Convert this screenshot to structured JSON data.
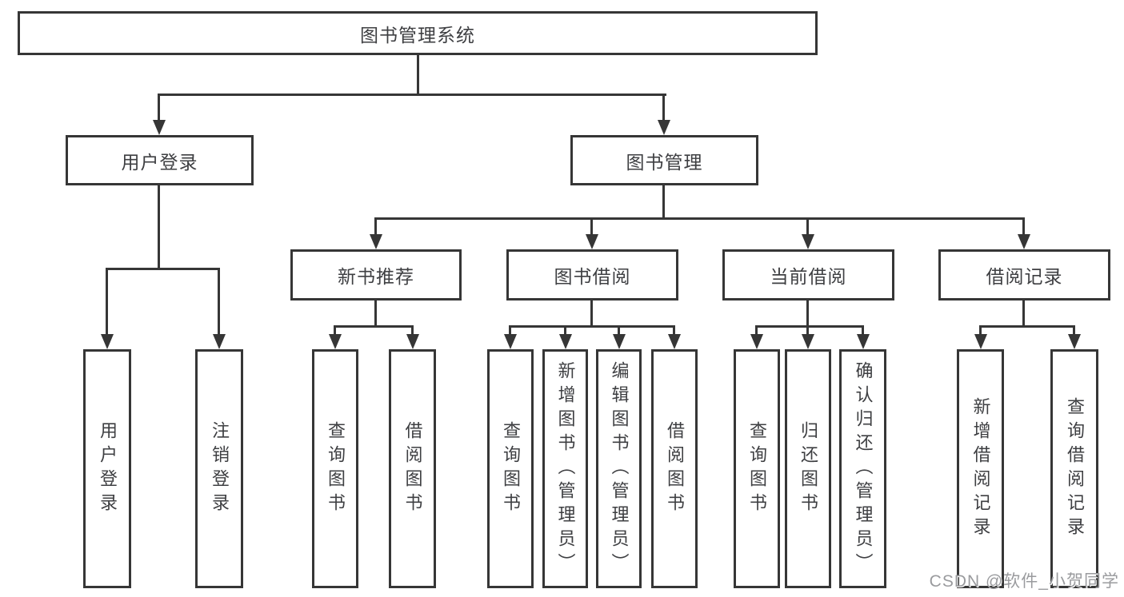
{
  "diagram": {
    "root": "图书管理系统",
    "level2": [
      "用户登录",
      "图书管理"
    ],
    "level3": [
      "新书推荐",
      "图书借阅",
      "当前借阅",
      "借阅记录"
    ],
    "leaves": {
      "user_login": [
        "用户登录",
        "注销登录"
      ],
      "new_book_recommend": [
        "查询图书",
        "借阅图书"
      ],
      "book_borrow": [
        "查询图书",
        "新增图书（管理员）",
        "编辑图书（管理员）",
        "借阅图书"
      ],
      "current_borrow": [
        "查询图书",
        "归还图书",
        "确认归还（管理员）"
      ],
      "borrow_records": [
        "新增借阅记录",
        "查询借阅记录"
      ]
    }
  },
  "watermark": "CSDN @软件_小贺同学",
  "colors": {
    "line": "#363636",
    "box_border": "#363636",
    "text": "#3e3f42",
    "background": "#ffffff",
    "watermark": "#9a9b9e"
  }
}
